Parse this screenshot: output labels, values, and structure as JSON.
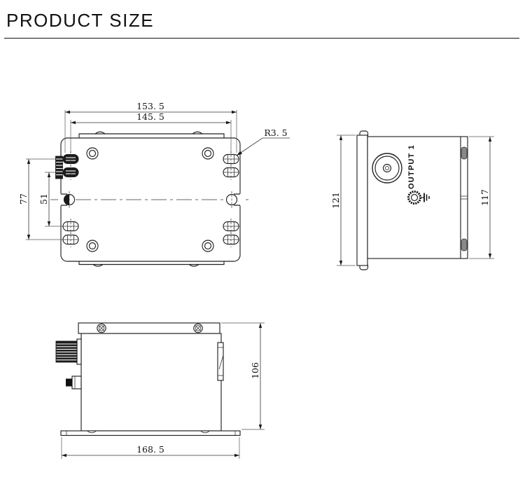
{
  "title": "PRODUCT SIZE",
  "colors": {
    "line": "#222222",
    "text": "#111111",
    "fill_dark": "#1c1c1c",
    "background": "#ffffff"
  },
  "bottom_view": {
    "width_outer": "153. 5",
    "width_inner": "145. 5",
    "corner_radius": "R3. 5",
    "mount_height_outer": "77",
    "mount_height_inner": "51"
  },
  "side_view": {
    "flange_height": "121",
    "body_height": "117",
    "output_label": "OUTPUT 1"
  },
  "front_view": {
    "body_height": "106",
    "base_width": "168. 5"
  }
}
